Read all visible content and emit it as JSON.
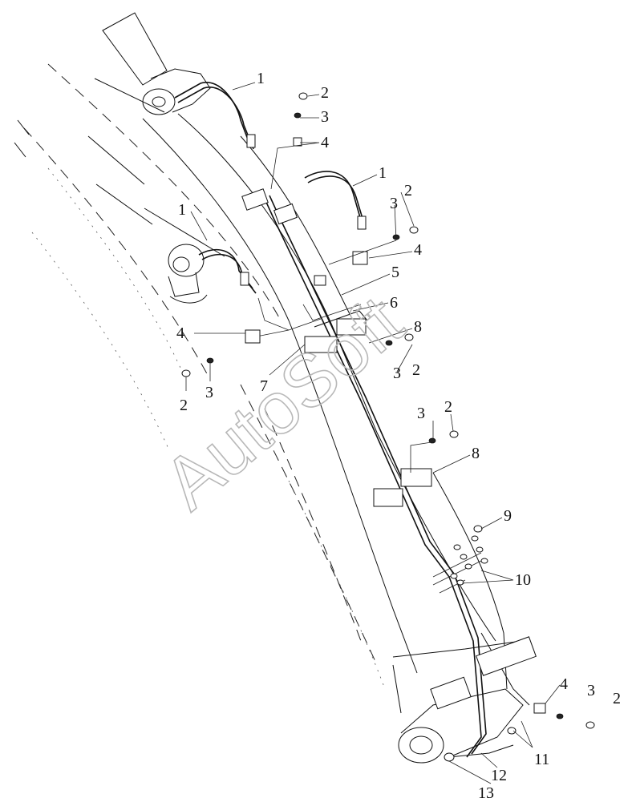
{
  "diagram": {
    "watermark": "AutoSoft",
    "callouts": [
      {
        "id": "c1a",
        "text": "1"
      },
      {
        "id": "c2a",
        "text": "2"
      },
      {
        "id": "c3a",
        "text": "3"
      },
      {
        "id": "c4a",
        "text": "4"
      },
      {
        "id": "c1b",
        "text": "1"
      },
      {
        "id": "c2b",
        "text": "2"
      },
      {
        "id": "c3b",
        "text": "3"
      },
      {
        "id": "c4b",
        "text": "4"
      },
      {
        "id": "c5",
        "text": "5"
      },
      {
        "id": "c6",
        "text": "6"
      },
      {
        "id": "c1c",
        "text": "1"
      },
      {
        "id": "c4c",
        "text": "4"
      },
      {
        "id": "c2c",
        "text": "2"
      },
      {
        "id": "c3c",
        "text": "3"
      },
      {
        "id": "c7",
        "text": "7"
      },
      {
        "id": "c8a",
        "text": "8"
      },
      {
        "id": "c3d",
        "text": "3"
      },
      {
        "id": "c2d",
        "text": "2"
      },
      {
        "id": "c3e",
        "text": "3"
      },
      {
        "id": "c2e",
        "text": "2"
      },
      {
        "id": "c8b",
        "text": "8"
      },
      {
        "id": "c9",
        "text": "9"
      },
      {
        "id": "c10",
        "text": "10"
      },
      {
        "id": "c4d",
        "text": "4"
      },
      {
        "id": "c3f",
        "text": "3"
      },
      {
        "id": "c2f",
        "text": "2"
      },
      {
        "id": "c11",
        "text": "11"
      },
      {
        "id": "c12",
        "text": "12"
      },
      {
        "id": "c13",
        "text": "13"
      }
    ]
  }
}
